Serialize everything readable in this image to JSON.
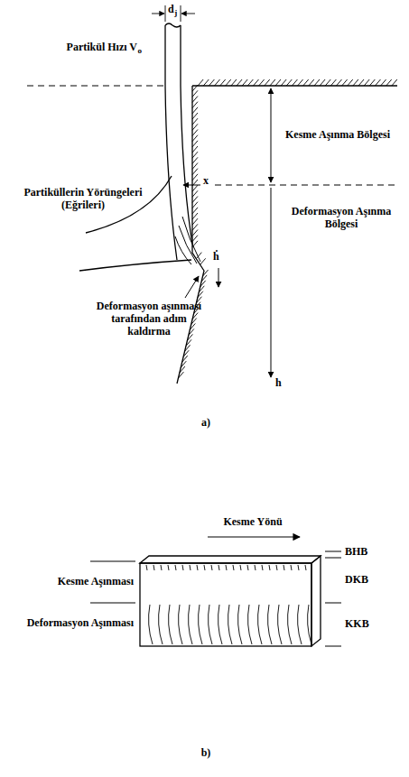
{
  "diagram": {
    "labels": [
      "d",
      "j",
      "Partikül Hızı V",
      "o",
      "Kesme Aşınma Bölgesi",
      "Partiküllerin Yörüngeleri (Eğrileri)",
      "x",
      "ḣ",
      "Deformasyon Aşınma Bölgesi",
      "Deformasyon aşınması tarafından adım kaldırma",
      "h",
      "a)",
      "Kesme Yönü",
      "BHB",
      "DKB",
      "KKB",
      "Kesme Aşınması",
      "Deformasyon Aşınması",
      "b)"
    ]
  }
}
